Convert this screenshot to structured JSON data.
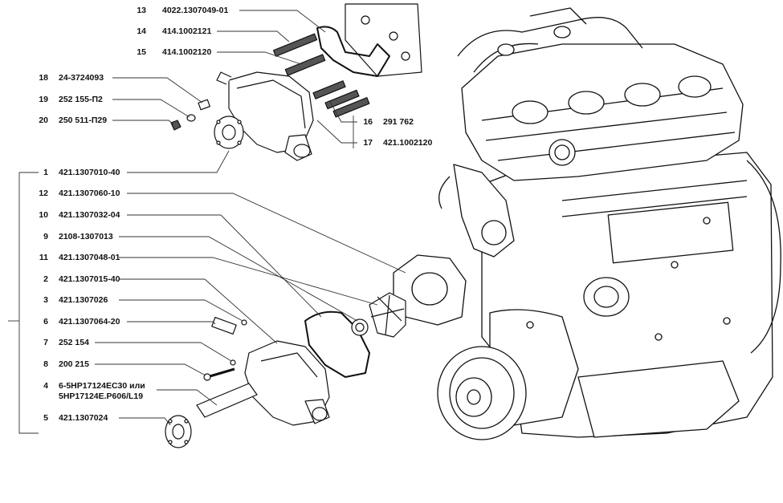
{
  "callouts": [
    {
      "num": "13",
      "code": "4022.1307049-01"
    },
    {
      "num": "14",
      "code": "414.1002121"
    },
    {
      "num": "15",
      "code": "414.1002120"
    },
    {
      "num": "18",
      "code": "24-3724093"
    },
    {
      "num": "19",
      "code": "252 155-П2"
    },
    {
      "num": "20",
      "code": "250 511-П29"
    },
    {
      "num": "16",
      "code": "291 762"
    },
    {
      "num": "17",
      "code": "421.1002120"
    },
    {
      "num": "1",
      "code": "421.1307010-40"
    },
    {
      "num": "12",
      "code": "421.1307060-10"
    },
    {
      "num": "10",
      "code": "421.1307032-04"
    },
    {
      "num": "9",
      "code": "2108-1307013"
    },
    {
      "num": "11",
      "code": "421.1307048-01"
    },
    {
      "num": "2",
      "code": "421.1307015-40"
    },
    {
      "num": "3",
      "code": "421.1307026"
    },
    {
      "num": "6",
      "code": "421.1307064-20"
    },
    {
      "num": "7",
      "code": "252 154"
    },
    {
      "num": "8",
      "code": "200 215"
    },
    {
      "num": "4",
      "code": "6-5НР17124ЕС30 или",
      "code2": "5НР17124Е.Р606/L19"
    },
    {
      "num": "5",
      "code": "421.1307024"
    }
  ]
}
